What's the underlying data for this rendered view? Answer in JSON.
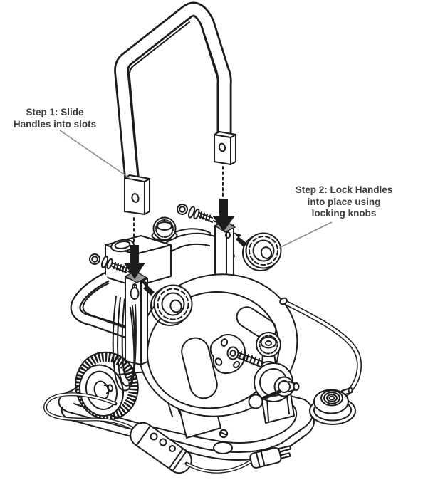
{
  "figure": {
    "background": "#ffffff",
    "line_color": "#1c1c1c",
    "text_color": "#3c3c3c",
    "leader_color": "#8c8c8c",
    "shade_color": "#999999",
    "annotations": {
      "step1": {
        "lines": [
          "Step 1: Slide",
          "Handles into slots"
        ]
      },
      "step2": {
        "lines": [
          "Step 2: Lock Handles",
          "into place using",
          "locking knobs"
        ]
      }
    },
    "parts": [
      "u-handle",
      "handle-end-fitting-left",
      "handle-end-fitting-right",
      "insertion-arrow-left",
      "insertion-arrow-right",
      "receiver-slot-left",
      "receiver-slot-right",
      "bolt-with-washers-left",
      "bolt-with-washers-right",
      "locking-knob-left",
      "locking-knob-right",
      "machine-drum",
      "drum-hub",
      "feed-assembly",
      "crank-handle",
      "frame-handle",
      "coiled-cable",
      "wheel",
      "base-platform",
      "foot-pedal",
      "pedal-hose",
      "power-cord",
      "gfci-module",
      "power-plug"
    ]
  }
}
